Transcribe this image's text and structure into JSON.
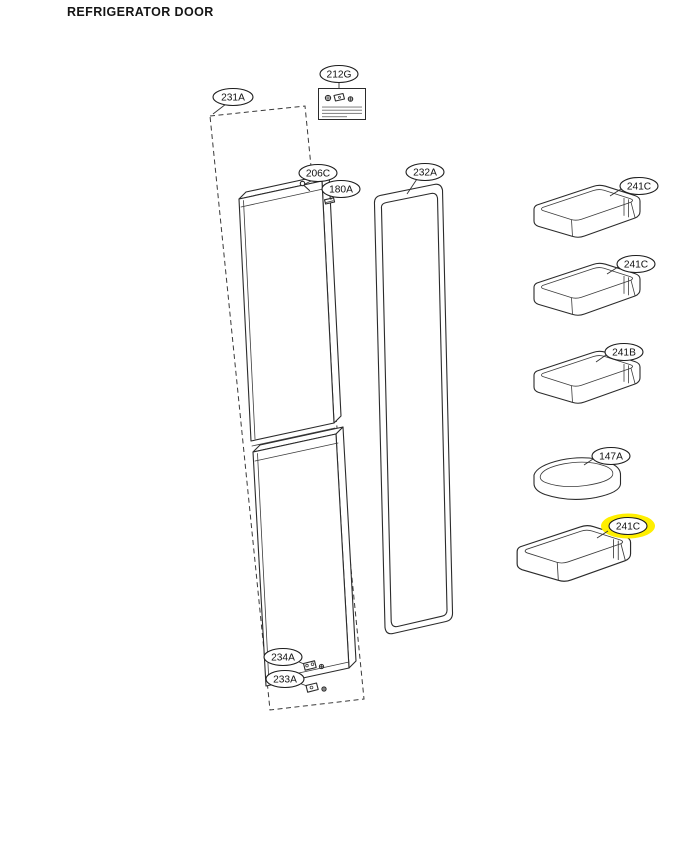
{
  "page": {
    "title": "REFRIGERATOR DOOR"
  },
  "diagram": {
    "ink_color": "#2b2b2b",
    "highlight_color": "#ffef00",
    "callouts": [
      {
        "label": "231A",
        "highlighted": false
      },
      {
        "label": "212G",
        "highlighted": false
      },
      {
        "label": "206C",
        "highlighted": false
      },
      {
        "label": "180A",
        "highlighted": false
      },
      {
        "label": "232A",
        "highlighted": false
      },
      {
        "label": "241C",
        "highlighted": false
      },
      {
        "label": "241C",
        "highlighted": false
      },
      {
        "label": "241B",
        "highlighted": false
      },
      {
        "label": "147A",
        "highlighted": false
      },
      {
        "label": "241C",
        "highlighted": true
      },
      {
        "label": "234A",
        "highlighted": false
      },
      {
        "label": "233A",
        "highlighted": false
      }
    ]
  }
}
